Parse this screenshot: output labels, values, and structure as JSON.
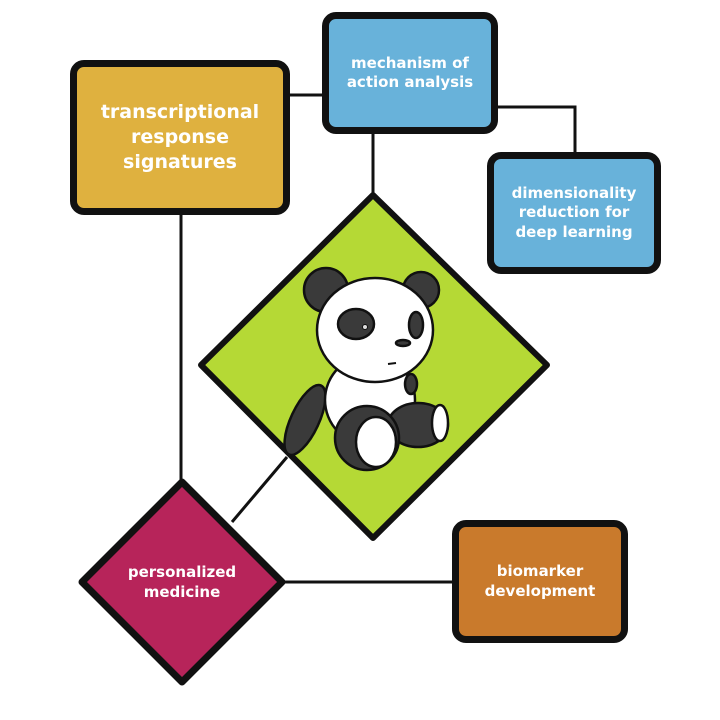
{
  "nodes": {
    "transcriptional": {
      "label": "transcriptional response signatures",
      "color": "#DFB13F"
    },
    "mechanism": {
      "label": "mechanism of action analysis",
      "color": "#68B2DA"
    },
    "dimensionality": {
      "label": "dimensionality reduction for deep learning",
      "color": "#68B2DA"
    },
    "panda": {
      "icon": "panda-icon",
      "color": "#B5D935"
    },
    "personalized": {
      "label": "personalized medicine",
      "color": "#B7245A"
    },
    "biomarker": {
      "label": "biomarker development",
      "color": "#C97A2C"
    }
  }
}
